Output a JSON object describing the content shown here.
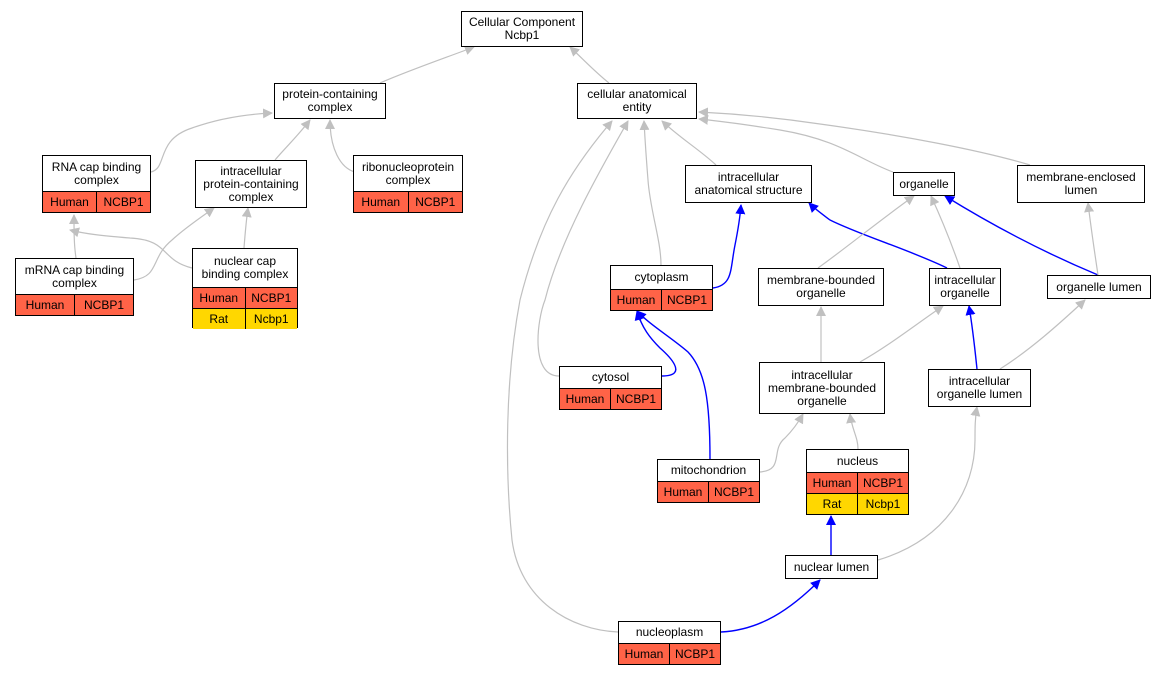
{
  "colors": {
    "gray_edge": "#c0c0c0",
    "blue_edge": "#0000ff",
    "human_fill": "#ff6347",
    "rat_fill": "#ffd700"
  },
  "nodes": {
    "root": {
      "title": "Cellular Component\nNcbp1",
      "rows": []
    },
    "pcc": {
      "title": "protein-containing\ncomplex",
      "rows": []
    },
    "cae": {
      "title": "cellular anatomical\nentity",
      "rows": []
    },
    "rnacap": {
      "title": "RNA cap binding\ncomplex",
      "rows": [
        {
          "species": "Human",
          "gene": "NCBP1"
        }
      ]
    },
    "ipcc": {
      "title": "intracellular\nprotein-containing\ncomplex",
      "rows": []
    },
    "rnp": {
      "title": "ribonucleoprotein\ncomplex",
      "rows": [
        {
          "species": "Human",
          "gene": "NCBP1"
        }
      ]
    },
    "ias": {
      "title": "intracellular\nanatomical structure",
      "rows": []
    },
    "organelle": {
      "title": "organelle",
      "rows": []
    },
    "mel": {
      "title": "membrane-enclosed\nlumen",
      "rows": []
    },
    "mrnacap": {
      "title": "mRNA cap binding\ncomplex",
      "rows": [
        {
          "species": "Human",
          "gene": "NCBP1"
        }
      ]
    },
    "ncbc": {
      "title": "nuclear cap\nbinding complex",
      "rows": [
        {
          "species": "Human",
          "gene": "NCBP1"
        },
        {
          "species": "Rat",
          "gene": "Ncbp1"
        }
      ]
    },
    "cytoplasm": {
      "title": "cytoplasm",
      "rows": [
        {
          "species": "Human",
          "gene": "NCBP1"
        }
      ]
    },
    "mbo": {
      "title": "membrane-bounded\norganelle",
      "rows": []
    },
    "io": {
      "title": "intracellular\norganelle",
      "rows": []
    },
    "ol": {
      "title": "organelle lumen",
      "rows": []
    },
    "cytosol": {
      "title": "cytosol",
      "rows": [
        {
          "species": "Human",
          "gene": "NCBP1"
        }
      ]
    },
    "imbo": {
      "title": "intracellular\nmembrane-bounded\norganelle",
      "rows": []
    },
    "iol": {
      "title": "intracellular\norganelle lumen",
      "rows": []
    },
    "mito": {
      "title": "mitochondrion",
      "rows": [
        {
          "species": "Human",
          "gene": "NCBP1"
        }
      ]
    },
    "nucleus": {
      "title": "nucleus",
      "rows": [
        {
          "species": "Human",
          "gene": "NCBP1"
        },
        {
          "species": "Rat",
          "gene": "Ncbp1"
        }
      ]
    },
    "nl": {
      "title": "nuclear lumen",
      "rows": []
    },
    "nucleoplasm": {
      "title": "nucleoplasm",
      "rows": [
        {
          "species": "Human",
          "gene": "NCBP1"
        }
      ]
    }
  },
  "edges": [
    {
      "from": "pcc",
      "to": "root",
      "kind": "is_a"
    },
    {
      "from": "cae",
      "to": "root",
      "kind": "is_a"
    },
    {
      "from": "rnacap",
      "to": "pcc",
      "kind": "is_a"
    },
    {
      "from": "ipcc",
      "to": "pcc",
      "kind": "is_a"
    },
    {
      "from": "rnp",
      "to": "pcc",
      "kind": "is_a"
    },
    {
      "from": "mrnacap",
      "to": "rnacap",
      "kind": "is_a"
    },
    {
      "from": "mrnacap",
      "to": "ipcc",
      "kind": "is_a"
    },
    {
      "from": "ncbc",
      "to": "ipcc",
      "kind": "is_a"
    },
    {
      "from": "ncbc",
      "to": "mrnacap",
      "kind": "is_a"
    },
    {
      "from": "ias",
      "to": "cae",
      "kind": "is_a"
    },
    {
      "from": "organelle",
      "to": "cae",
      "kind": "is_a"
    },
    {
      "from": "mel",
      "to": "cae",
      "kind": "is_a"
    },
    {
      "from": "cytoplasm",
      "to": "cae",
      "kind": "is_a"
    },
    {
      "from": "cytosol",
      "to": "cae",
      "kind": "is_a"
    },
    {
      "from": "nucleoplasm",
      "to": "cae",
      "kind": "is_a"
    },
    {
      "from": "cytoplasm",
      "to": "ias",
      "kind": "part_of"
    },
    {
      "from": "io",
      "to": "ias",
      "kind": "part_of"
    },
    {
      "from": "mbo",
      "to": "organelle",
      "kind": "is_a"
    },
    {
      "from": "io",
      "to": "organelle",
      "kind": "is_a"
    },
    {
      "from": "ol",
      "to": "organelle",
      "kind": "part_of"
    },
    {
      "from": "ol",
      "to": "mel",
      "kind": "is_a"
    },
    {
      "from": "cytosol",
      "to": "cytoplasm",
      "kind": "part_of"
    },
    {
      "from": "mito",
      "to": "cytoplasm",
      "kind": "part_of"
    },
    {
      "from": "imbo",
      "to": "mbo",
      "kind": "is_a"
    },
    {
      "from": "imbo",
      "to": "io",
      "kind": "is_a"
    },
    {
      "from": "iol",
      "to": "io",
      "kind": "part_of"
    },
    {
      "from": "iol",
      "to": "ol",
      "kind": "is_a"
    },
    {
      "from": "mito",
      "to": "imbo",
      "kind": "is_a"
    },
    {
      "from": "nucleus",
      "to": "imbo",
      "kind": "is_a"
    },
    {
      "from": "nl",
      "to": "nucleus",
      "kind": "part_of"
    },
    {
      "from": "nl",
      "to": "iol",
      "kind": "is_a"
    },
    {
      "from": "nucleoplasm",
      "to": "nl",
      "kind": "part_of"
    }
  ]
}
